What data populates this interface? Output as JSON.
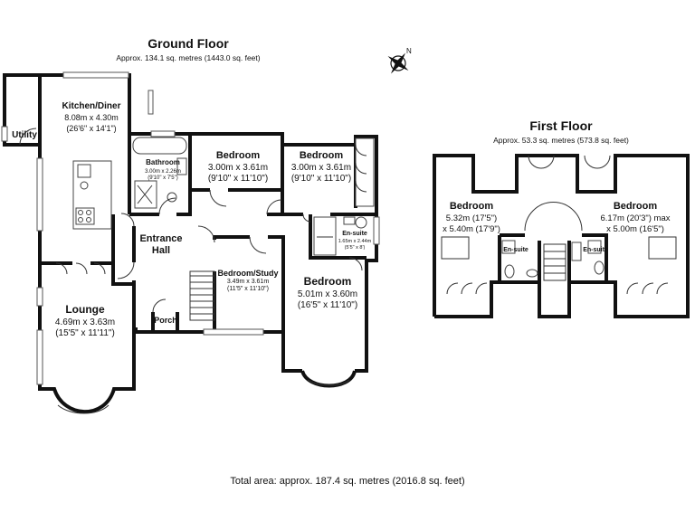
{
  "ground_floor": {
    "title": "Ground Floor",
    "area": "Approx. 134.1 sq. metres (1443.0 sq. feet)",
    "rooms": {
      "kitchen": {
        "name": "Kitchen/Diner",
        "metric": "8.08m x 4.30m",
        "imperial": "(26'6\" x 14'1\")"
      },
      "utility": {
        "name": "Utility"
      },
      "bathroom": {
        "name": "Bathroom",
        "metric": "3.00m x 2.26m",
        "imperial": "(9'10\" x 7'5\")"
      },
      "bedroom_a": {
        "name": "Bedroom",
        "metric": "3.00m x 3.61m",
        "imperial": "(9'10\" x 11'10\")"
      },
      "bedroom_b": {
        "name": "Bedroom",
        "metric": "3.00m x 3.61m",
        "imperial": "(9'10\" x 11'10\")"
      },
      "ensuite": {
        "name": "En-suite",
        "metric": "1.65m x 2.44m",
        "imperial": "(5'5\" x 8')"
      },
      "entrance_hall": {
        "line1": "Entrance",
        "line2": "Hall"
      },
      "study": {
        "name": "Bedroom/Study",
        "metric": "3.49m x 3.61m",
        "imperial": "(11'5\" x 11'10\")"
      },
      "bedroom_main": {
        "name": "Bedroom",
        "metric": "5.01m x 3.60m",
        "imperial": "(16'5\" x 11'10\")"
      },
      "lounge": {
        "name": "Lounge",
        "metric": "4.69m x 3.63m",
        "imperial": "(15'5\" x 11'11\")"
      },
      "porch": {
        "name": "Porch"
      }
    }
  },
  "first_floor": {
    "title": "First Floor",
    "area": "Approx. 53.3 sq. metres (573.8 sq. feet)",
    "rooms": {
      "bedroom_left": {
        "name": "Bedroom",
        "metric": "5.32m (17'5\")",
        "imperial": "x 5.40m (17'9\")"
      },
      "bedroom_right": {
        "name": "Bedroom",
        "metric": "6.17m (20'3\") max",
        "imperial": "x 5.00m (16'5\")"
      },
      "ensuite_left": {
        "name": "En-suite"
      },
      "ensuite_right": {
        "name": "En-suite"
      }
    }
  },
  "total_area": "Total area: approx. 187.4 sq. metres (2016.8 sq. feet)",
  "compass": {
    "label": "N",
    "icon": "compass-icon"
  },
  "colors": {
    "wall": "#111111",
    "background": "#ffffff"
  }
}
